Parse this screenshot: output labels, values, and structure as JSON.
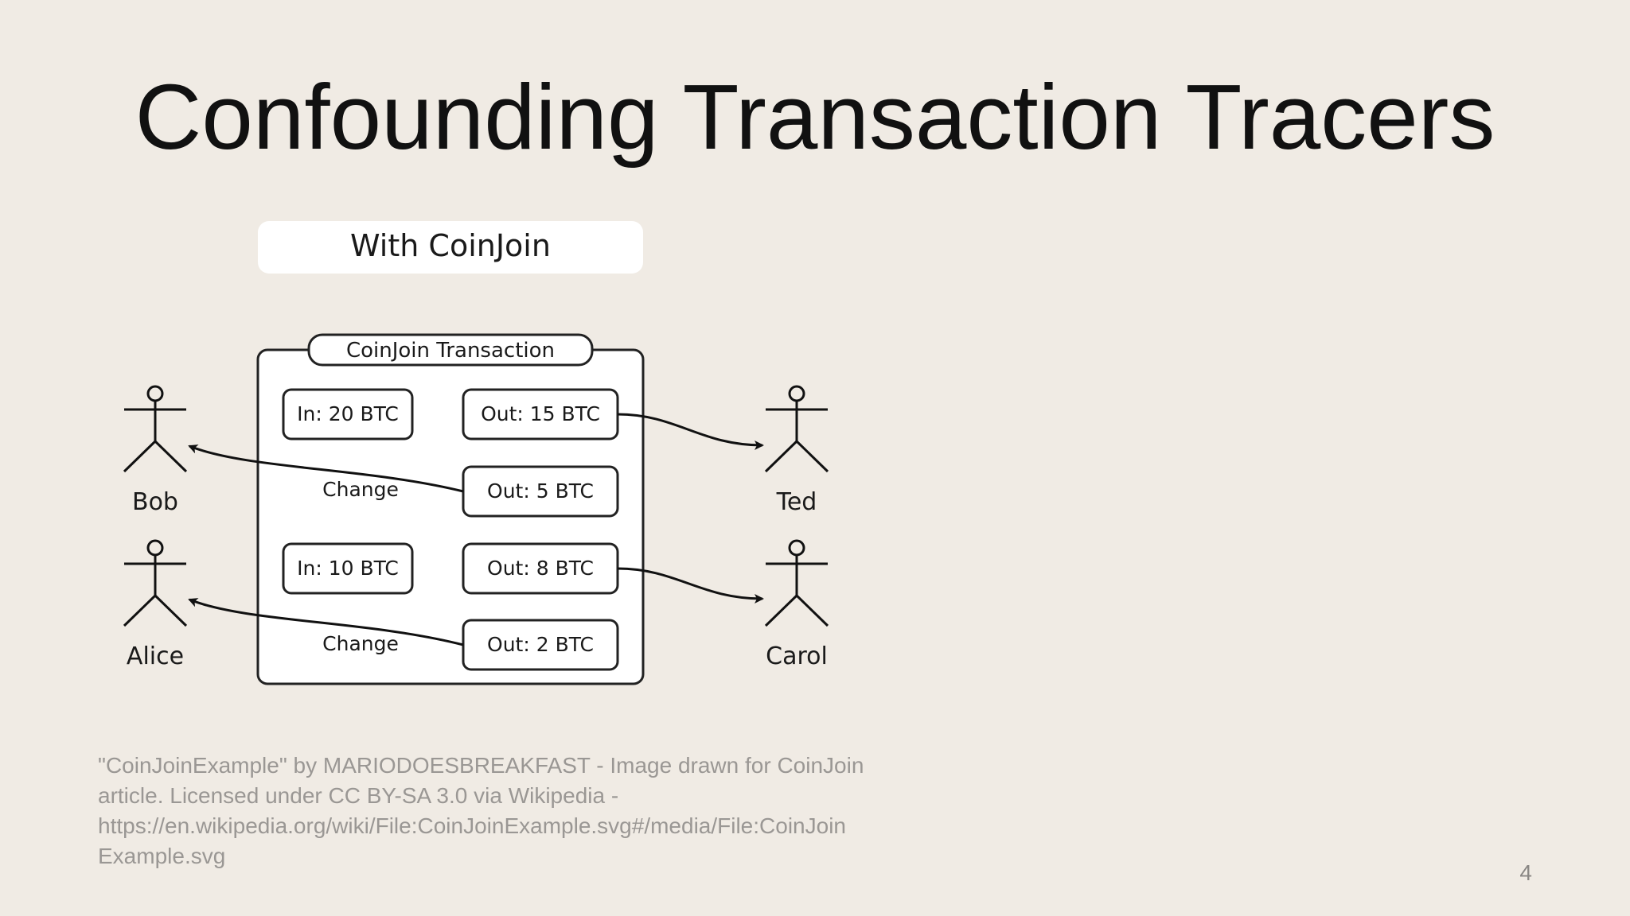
{
  "slide": {
    "title": "Confounding Transaction Tracers",
    "page_number": "4"
  },
  "diagram": {
    "header": "With CoinJoin",
    "box_title": "CoinJoin Transaction",
    "inputs": [
      "In: 20 BTC",
      "In: 10 BTC"
    ],
    "outputs": [
      "Out: 15 BTC",
      "Out: 5 BTC",
      "Out: 8 BTC",
      "Out: 2 BTC"
    ],
    "change_labels": [
      "Change",
      "Change"
    ],
    "actors": {
      "bob": "Bob",
      "alice": "Alice",
      "ted": "Ted",
      "carol": "Carol"
    }
  },
  "caption": {
    "lines": [
      "\"CoinJoinExample\" by MARIODOESBREAKFAST - Image drawn for CoinJoin",
      "article. Licensed under CC BY-SA 3.0 via Wikipedia -",
      "https://en.wikipedia.org/wiki/File:CoinJoinExample.svg#/media/File:CoinJoin",
      "Example.svg"
    ]
  }
}
